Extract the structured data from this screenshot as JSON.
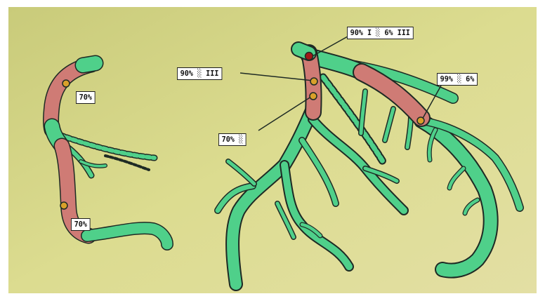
{
  "colors": {
    "background": "#d9d98c",
    "healthy_vessel": "#4fd08a",
    "stenosed_segment": "#cf7b75",
    "outline": "#1e2a24",
    "lesion_marker": "#d8a02a",
    "occlusion_marker": "#a01818"
  },
  "labels": {
    "rca_upper": "70%",
    "rca_lower": "70%",
    "lm_top": "90% I  ░  6% III",
    "lad_prox": "90% ░ III",
    "lad_mid": "70% ░",
    "lcx": "99% ░ 6%"
  }
}
